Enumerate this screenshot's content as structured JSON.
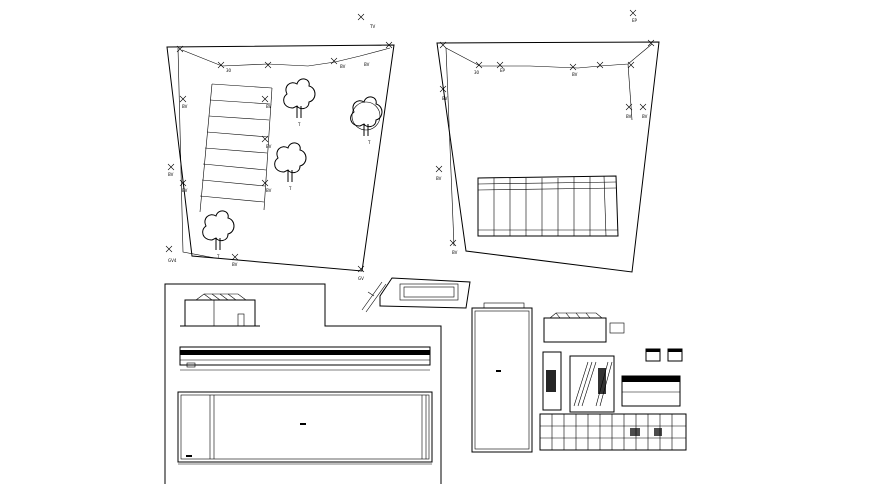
{
  "drawing": {
    "survey_marks_left": [
      "30",
      "BV",
      "TV",
      "BV",
      "BV",
      "BV",
      "BV",
      "BV",
      "BV",
      "BV",
      "GV4",
      "GV",
      "BV"
    ],
    "survey_marks_right": [
      "EP",
      "30",
      "EP",
      "BV",
      "BV",
      "BV",
      "BV",
      "BV",
      "BV"
    ],
    "tree_labels": [
      "T",
      "T",
      "T",
      "T"
    ],
    "colors": {
      "line": "#000000",
      "background": "#ffffff"
    }
  }
}
